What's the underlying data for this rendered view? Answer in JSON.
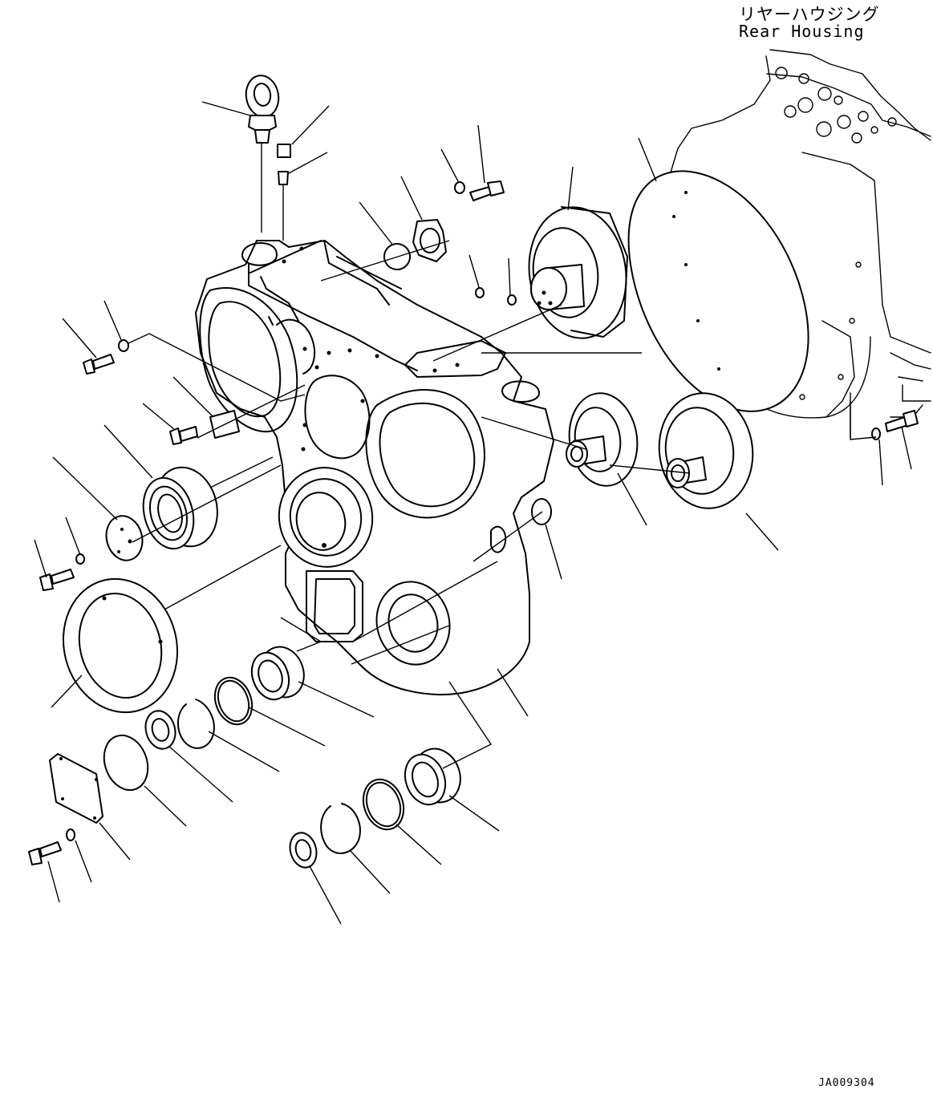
{
  "reference_label": {
    "japanese": "リヤーハウジング",
    "english": "Rear Housing"
  },
  "drawing_code": "JA009304",
  "callout_count": 34
}
